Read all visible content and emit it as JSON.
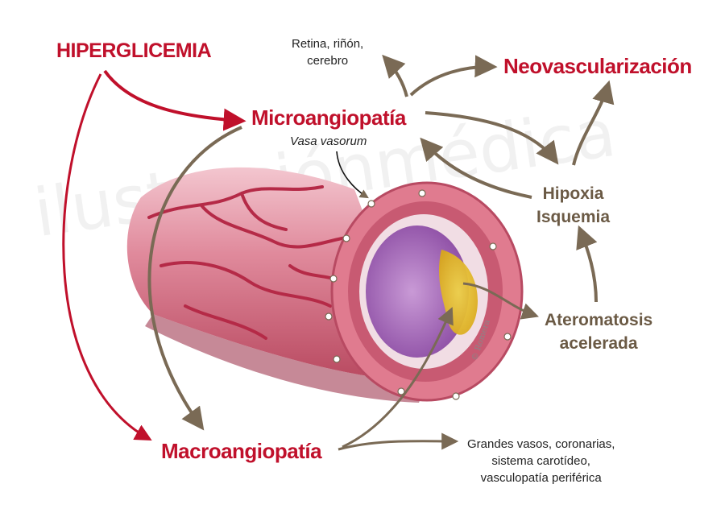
{
  "labels": {
    "hiperglicemia": "HIPERGLICEMIA",
    "microangiopatia": "Microangiopatía",
    "neovascularizacion": "Neovascularización",
    "macroangiopatia": "Macroangiopatía",
    "hipoxia": "Hipoxia",
    "isquemia": "Isquemia",
    "ateromatosis": "Ateromatosis",
    "acelerada": "acelerada",
    "retina_line1": "Retina, riñón,",
    "retina_line2": "cerebro",
    "vasa_vasorum": "Vasa vasorum",
    "grandes_line1": "Grandes vasos, coronarias,",
    "grandes_line2": "sistema carotídeo,",
    "grandes_line3": "vasculopatía periférica",
    "copyright": "© Romera",
    "watermark": "ilustraciónmédica"
  },
  "colors": {
    "red_accent": "#c0102b",
    "brown_arrow": "#7a6a55",
    "vessel_outer": "#d6697e",
    "vessel_wall": "#e98fa0",
    "lumen_plaque": "#9a5fb0",
    "lipid_core": "#e0c020"
  }
}
